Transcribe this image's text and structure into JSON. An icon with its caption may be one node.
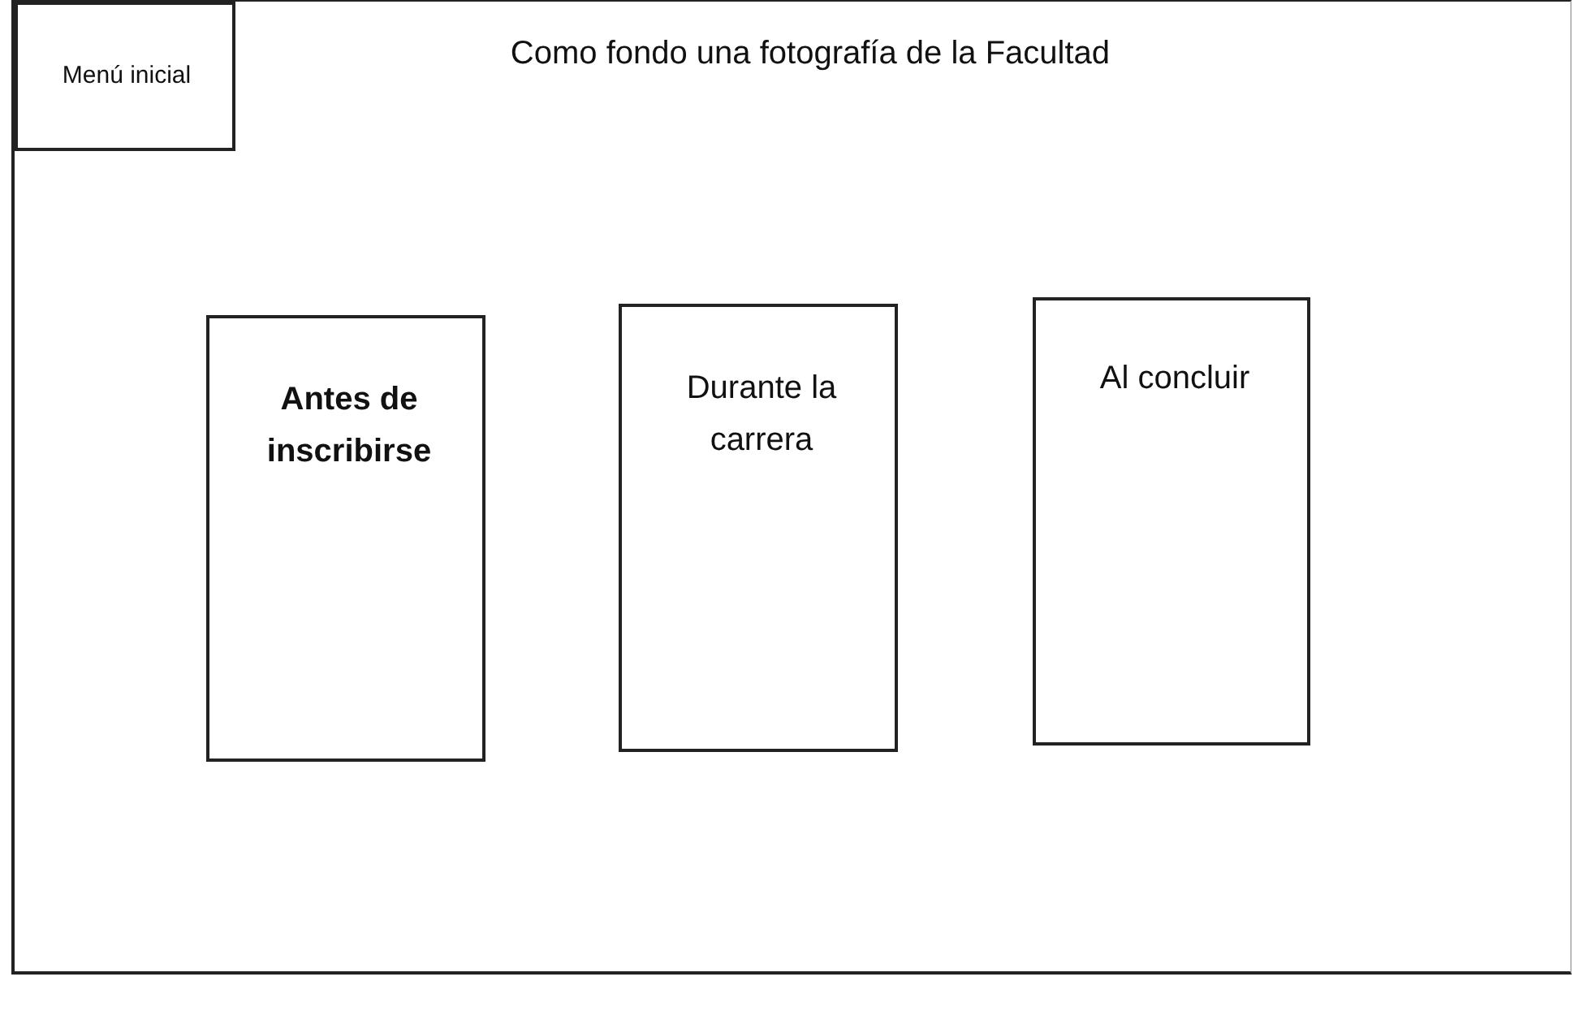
{
  "diagram": {
    "nodes": [
      {
        "text": [
          "Como fondo una fotografía de la Facultad"
        ]
      },
      {
        "text": [
          "Menú inicial"
        ],
        "in": 0
      },
      {
        "text": [
          "Antes de inscribirse"
        ],
        "in": 0
      },
      {
        "text": [
          "Durante la carrera"
        ],
        "in": 0
      },
      {
        "text": [
          "Al concluir"
        ],
        "in": 0
      }
    ]
  }
}
